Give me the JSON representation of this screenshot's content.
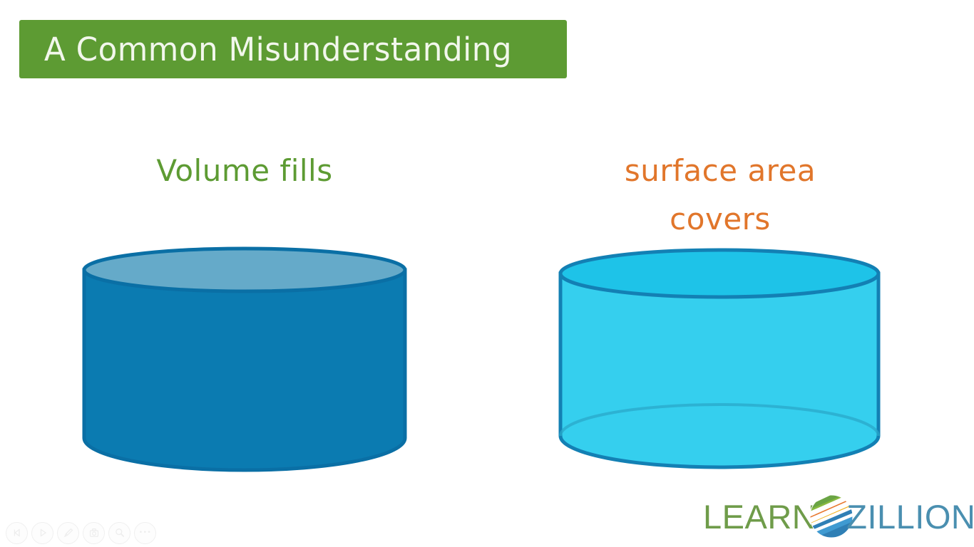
{
  "slide": {
    "background_color": "#ffffff",
    "title": {
      "text": "A Common Misunderstanding",
      "banner_color": "#5d9b33",
      "text_color": "#f2f7ec"
    },
    "captions": [
      {
        "id": "volume",
        "text": "Volume fills",
        "color": "#5d9b33"
      },
      {
        "id": "surface-area",
        "text": "surface area\ncovers",
        "color": "#e1762b"
      }
    ],
    "figures": [
      {
        "id": "solid-cylinder",
        "label": "filled cylinder",
        "body_color": "#0b7bb1",
        "top_color": "#65aac9",
        "outline_color": "#0a6fa5"
      },
      {
        "id": "transparent-cylinder",
        "label": "transparent cylinder",
        "body_color": "#35cfee",
        "top_color": "#1ec3e8",
        "outline_color": "#1380b4"
      }
    ]
  },
  "logo": {
    "word_one": "LEARN",
    "word_two": "ZILLION",
    "word_one_color": "#6f9c4a",
    "word_two_color": "#4a8fb0",
    "globe_colors": [
      "#6aa444",
      "#8cbb3f",
      "#e8762c",
      "#f0b323",
      "#e7c832",
      "#2f7fb5",
      "#3f9ad1"
    ]
  },
  "toolbar": {
    "buttons": [
      {
        "name": "previous-slide",
        "icon": "previous-icon",
        "label": ""
      },
      {
        "name": "play",
        "icon": "play-icon",
        "label": ""
      },
      {
        "name": "draw",
        "icon": "pencil-icon",
        "label": ""
      },
      {
        "name": "screenshot",
        "icon": "camera-icon",
        "label": ""
      },
      {
        "name": "zoom",
        "icon": "magnifier-icon",
        "label": ""
      },
      {
        "name": "more-options",
        "icon": "ellipsis-icon",
        "label": "•••"
      }
    ]
  }
}
